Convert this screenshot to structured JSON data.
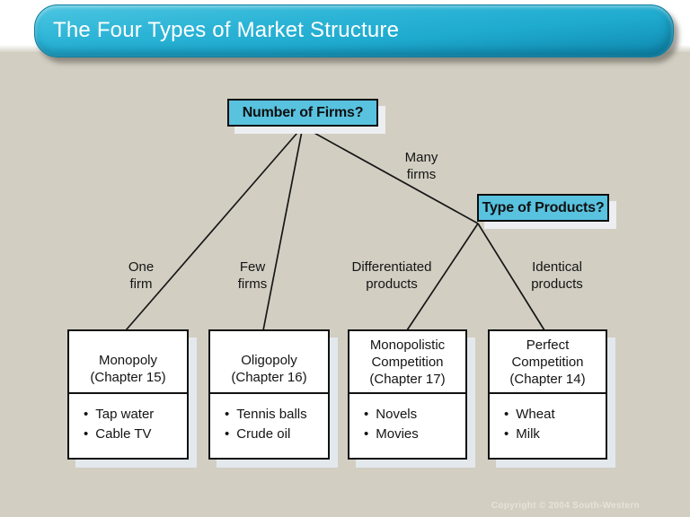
{
  "slide": {
    "title": "The Four Types of Market Structure",
    "copyright": "Copyright © 2004  South-Western",
    "colors": {
      "background": "#d2cec2",
      "title_bar": "#1fabcf",
      "question_box_fill": "#58c2df",
      "box_border": "#111111",
      "market_box_fill": "#ffffff"
    }
  },
  "diagram": {
    "question_boxes": [
      {
        "id": "number-of-firms",
        "label": "Number of Firms?"
      },
      {
        "id": "type-of-products",
        "label": "Type of Products?"
      }
    ],
    "branch_labels": [
      {
        "id": "many-firms",
        "lines": [
          "Many",
          "firms"
        ]
      },
      {
        "id": "one-firm",
        "lines": [
          "One",
          "firm"
        ]
      },
      {
        "id": "few-firms",
        "lines": [
          "Few",
          "firms"
        ]
      },
      {
        "id": "differentiated-products",
        "lines": [
          "Differentiated",
          "products"
        ]
      },
      {
        "id": "identical-products",
        "lines": [
          "Identical",
          "products"
        ]
      }
    ],
    "market_boxes": [
      {
        "title_lines": [
          "Monopoly",
          "(Chapter 15)"
        ],
        "examples": [
          "Tap water",
          "Cable TV"
        ]
      },
      {
        "title_lines": [
          "Oligopoly",
          "(Chapter 16)"
        ],
        "examples": [
          "Tennis balls",
          "Crude oil"
        ]
      },
      {
        "title_lines": [
          "Monopolistic",
          "Competition",
          "(Chapter 17)"
        ],
        "examples": [
          "Novels",
          "Movies"
        ]
      },
      {
        "title_lines": [
          "Perfect",
          "Competition",
          "(Chapter 14)"
        ],
        "examples": [
          "Wheat",
          "Milk"
        ]
      }
    ],
    "edges": [
      {
        "from": "Number of Firms?",
        "label": "One firm",
        "to": "Monopoly (Chapter 15)"
      },
      {
        "from": "Number of Firms?",
        "label": "Few firms",
        "to": "Oligopoly (Chapter 16)"
      },
      {
        "from": "Number of Firms?",
        "label": "Many firms",
        "to": "Type of Products?"
      },
      {
        "from": "Type of Products?",
        "label": "Differentiated products",
        "to": "Monopolistic Competition (Chapter 17)"
      },
      {
        "from": "Type of Products?",
        "label": "Identical products",
        "to": "Perfect Competition (Chapter 14)"
      }
    ]
  }
}
